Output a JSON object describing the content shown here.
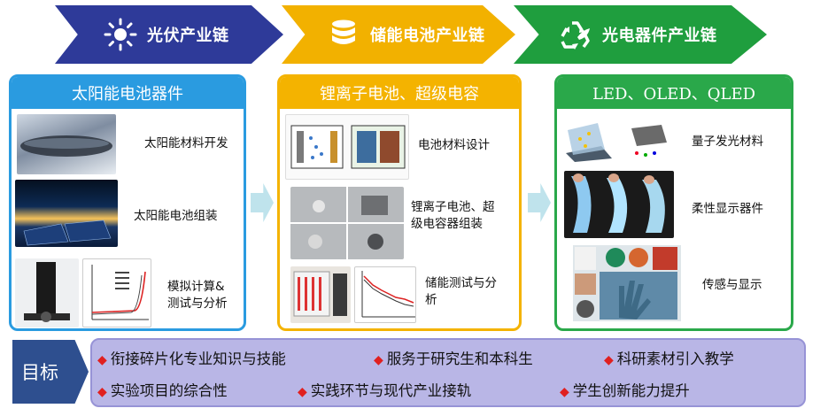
{
  "chains": [
    {
      "label": "光伏产业链",
      "icon": "sun-icon",
      "color": "#2e3a99"
    },
    {
      "label": "储能电池产业链",
      "icon": "database-icon",
      "color": "#f2b100"
    },
    {
      "label": "光电器件产业链",
      "icon": "recycle-icon",
      "color": "#1f9e3e"
    }
  ],
  "panels": [
    {
      "title": "太阳能电池器件",
      "items": [
        "太阳能材料开发",
        "太阳能电池组装",
        "模拟计算&\n测试与分析"
      ]
    },
    {
      "title": "锂离子电池、超级电容",
      "items": [
        "电池材料设计",
        "锂离子电池、超\n级电容器组装",
        "储能测试与分\n析"
      ]
    },
    {
      "title": "LED、OLED、QLED",
      "items": [
        "量子发光材料",
        "柔性显示器件",
        "传感与显示"
      ]
    }
  ],
  "goal": {
    "tag": "目标",
    "items": [
      "衔接碎片化专业知识与技能",
      "服务于研究生和本科生",
      "科研素材引入教学",
      "实验项目的综合性",
      "实践环节与现代产业接轨",
      "学生创新能力提升"
    ],
    "bullet_color": "#e02020"
  }
}
